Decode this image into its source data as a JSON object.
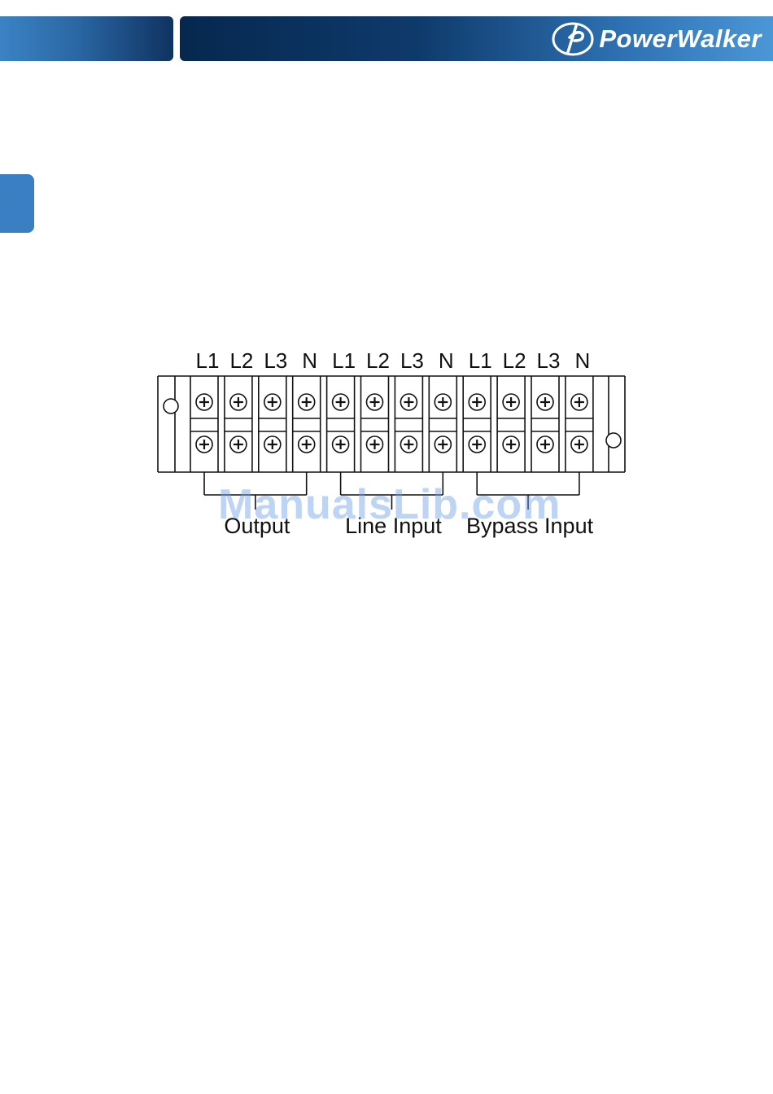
{
  "header": {
    "logo_text": "PowerWalker",
    "colors": {
      "dark": "#06284f",
      "accent": "#3a7fc1"
    }
  },
  "terminal_block": {
    "groups": [
      {
        "label": "Output",
        "terminals": [
          "L1",
          "L2",
          "L3",
          "N"
        ]
      },
      {
        "label": "Line Input",
        "terminals": [
          "L1",
          "L2",
          "L3",
          "N"
        ]
      },
      {
        "label": "Bypass Input",
        "terminals": [
          "L1",
          "L2",
          "L3",
          "N"
        ]
      }
    ]
  },
  "watermark": "ManualsLib.com"
}
